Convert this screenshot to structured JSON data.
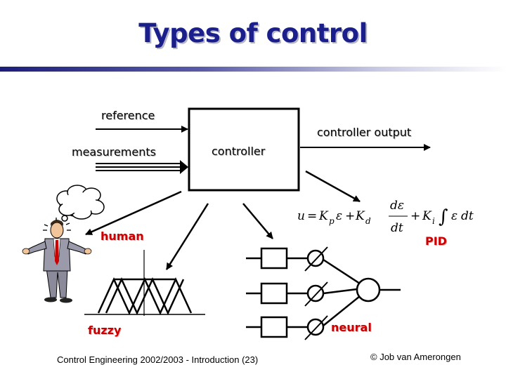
{
  "title": "Types of control",
  "diagram": {
    "reference": "reference",
    "measurements": "measurements",
    "controller": "controller",
    "controller_output": "controller output",
    "human": "human",
    "fuzzy": "fuzzy",
    "neural": "neural",
    "pid": "PID"
  },
  "footer": {
    "left": "Control Engineering 2002/2003 - Introduction  (23)",
    "right": "© Job van Amerongen"
  },
  "colors": {
    "title": "#1a1f8c",
    "accent_red": "#cc0000",
    "rule_dark": "#1c1e7a"
  }
}
